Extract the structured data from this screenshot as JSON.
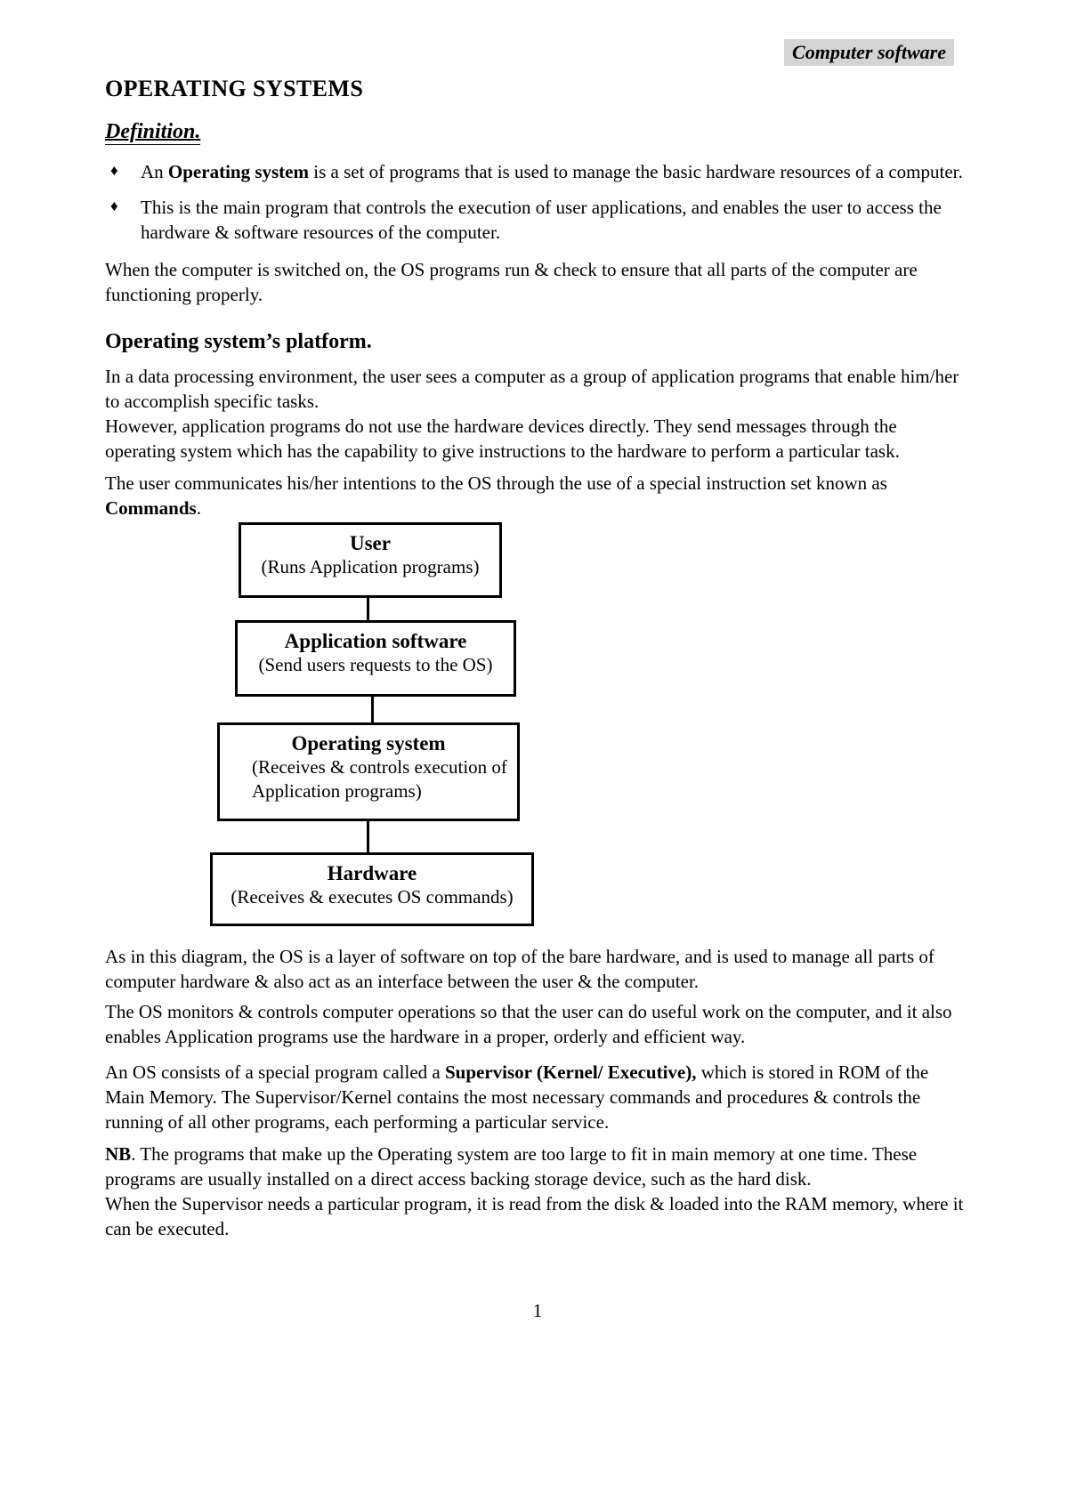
{
  "page": {
    "header_label": "Computer software",
    "title": "OPERATING SYSTEMS",
    "page_number": "1",
    "highlight_color": "#d4d4d4",
    "bullet_glyph": "♦"
  },
  "definition": {
    "heading": "Definition.",
    "bullet1_pre": "An ",
    "bullet1_bold": "Operating system",
    "bullet1_post": " is a set of programs that is used to manage the basic hardware resources of a computer.",
    "bullet2": "This is the main program that controls the execution of user applications, and enables the user to access the hardware & software resources of the computer.",
    "para_switched_on": "When the computer is switched on, the OS programs run & check to ensure that all parts of the computer are functioning properly."
  },
  "platform": {
    "heading": "Operating system’s platform.",
    "para_environment": "In a data processing environment, the user sees a computer as a group of application programs that enable him/her to accomplish specific tasks.",
    "para_however": "However, application programs do not use the hardware devices directly.  They send messages through the operating system which has the capability to give instructions to the hardware to perform a particular task.",
    "para_commands_pre": "The user communicates his/her intentions to the OS through the use of a special instruction set known as ",
    "para_commands_bold": "Commands",
    "para_commands_post": "."
  },
  "diagram": {
    "user_title": "User",
    "user_subtitle": "(Runs Application programs)",
    "app_title": "Application software",
    "app_subtitle": "(Send users requests to the OS)",
    "os_title": "Operating system",
    "os_subtitle": "(Receives & controls execution of Application programs)",
    "hw_title": "Hardware",
    "hw_subtitle": "(Receives & executes OS commands)"
  },
  "discussion": {
    "para_layer": "As in this diagram, the OS is a layer of software on top of the bare hardware, and is used to manage all parts of computer hardware & also act as an interface between the user & the computer.",
    "para_monitors": "The OS monitors & controls computer operations so that the user can do useful work on the computer, and it also enables Application programs use the hardware in a proper, orderly and efficient way.",
    "para_supervisor_pre": "An OS consists of a special program called a ",
    "para_supervisor_bold": "Supervisor (Kernel/ Executive),",
    "para_supervisor_post": " which is stored in ROM of the Main Memory.  The Supervisor/Kernel contains the most necessary commands and procedures & controls the running of all other programs, each performing a particular service.",
    "nb_bold": "NB",
    "nb_post": ". The programs that make up the Operating system are too large to fit in main memory at one time.  These programs are usually installed on a direct access backing storage device, such as the hard disk.",
    "para_loaded": "When the Supervisor needs a particular program, it is read from the disk & loaded into the RAM memory, where it can be executed."
  }
}
